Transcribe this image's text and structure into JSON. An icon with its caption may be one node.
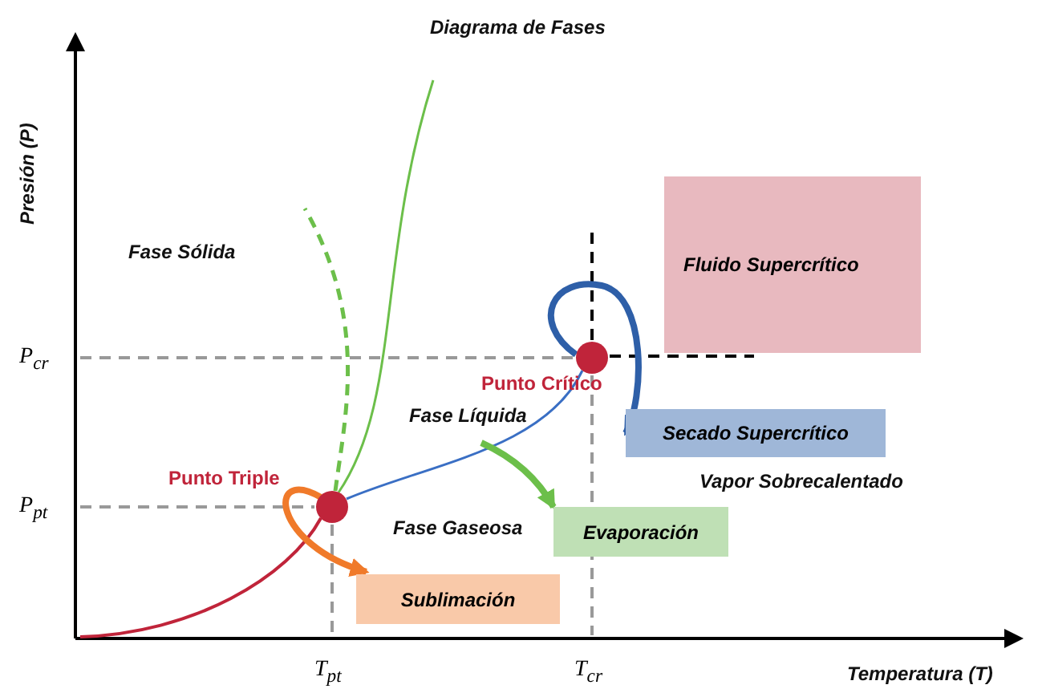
{
  "diagram": {
    "title": "Diagrama de Fases",
    "nodes": [
      {
        "text": [
          "Fluido Supercrítico"
        ]
      },
      {
        "text": [],
        "shape": "circle",
        "beside": [
          "Punto Crítico"
        ]
      },
      {
        "text": [
          "Secado Supercrítico"
        ]
      },
      {
        "text": [],
        "shape": "circle",
        "beside": [
          "Punto Triple"
        ]
      },
      {
        "text": [
          "Evaporación"
        ]
      },
      {
        "text": [
          "Sublimación"
        ]
      }
    ],
    "edges": [
      {
        "from": 1,
        "to": 2,
        "arrow": "to",
        "color": "#2e5fa8"
      },
      {
        "from": null,
        "to": 4,
        "arrow": "to",
        "color": "#6cbf4a"
      },
      {
        "from": 3,
        "to": 5,
        "arrow": "to",
        "color": "#f07a2a"
      }
    ],
    "labels": [
      "Presión (P)",
      "Fase Sólida",
      "P$_{cr}$",
      "Fase Líquida",
      "P$_{pt}$",
      "Fase Gaseosa",
      "Vapor Sobrecalentado",
      "T$_{pt}$",
      "T$_{cr}$",
      "Temperatura (T)"
    ]
  }
}
